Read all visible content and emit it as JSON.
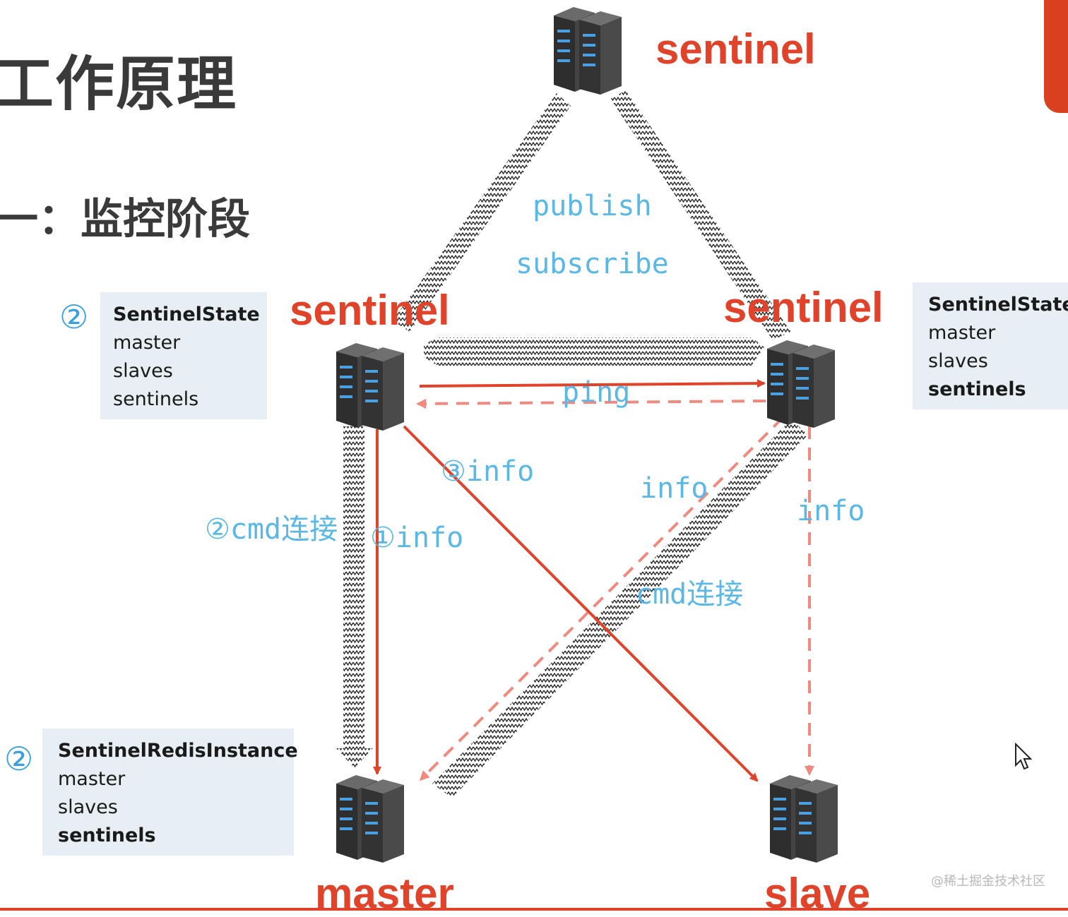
{
  "title": {
    "main": "工作原理",
    "sub": "一：监控阶段"
  },
  "nodes": {
    "sentinel_top": "sentinel",
    "sentinel_left": "sentinel",
    "sentinel_right": "sentinel",
    "master": "master",
    "slave": "slave"
  },
  "boxes": {
    "left": {
      "marker": "②",
      "lines": [
        "SentinelState",
        "master",
        "slaves",
        "sentinels"
      ]
    },
    "right": {
      "lines": [
        "SentinelState",
        "master",
        "slaves",
        "sentinels"
      ]
    },
    "bottom": {
      "marker": "②",
      "lines": [
        "SentinelRedisInstance",
        "master",
        "slaves",
        "sentinels"
      ]
    }
  },
  "edge_labels": {
    "publish": "publish",
    "subscribe": "subscribe",
    "ping": "ping",
    "info3": "③info",
    "info_cross": "info",
    "info_right": "info",
    "cmd_left": "②cmd连接",
    "info1": "①info",
    "cmd_cross": "cmd连接"
  },
  "watermark": "@稀土掘金技术社区",
  "colors": {
    "accent": "#e0422a",
    "dashed": "#f08a80",
    "label": "#5ab8e6",
    "box_bg": "#e7eff4"
  },
  "icons": [
    "server-icon",
    "mouse-cursor-icon"
  ]
}
